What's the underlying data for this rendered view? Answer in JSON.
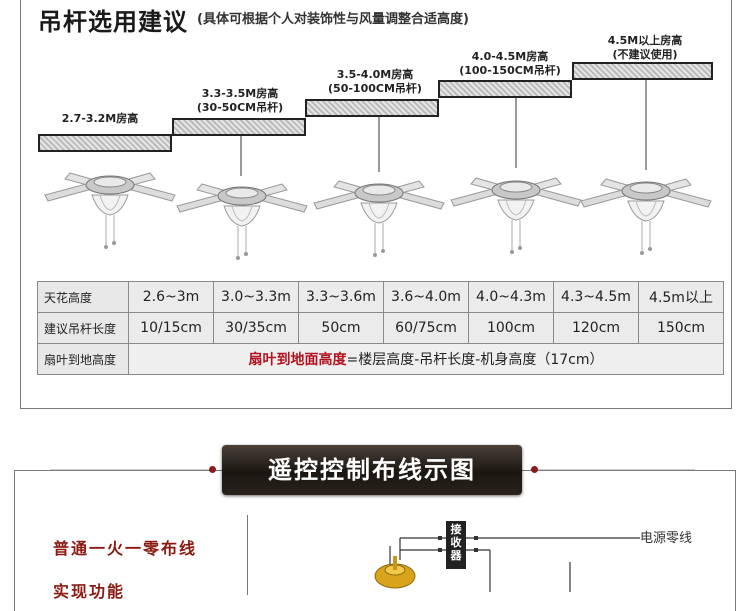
{
  "header": {
    "title": "吊杆选用建议",
    "subtitle": "(具体可根据个人对装饰性与风量调整合适高度)"
  },
  "steps": [
    {
      "line1": "2.7-3.2M房高",
      "line2": ""
    },
    {
      "line1": "3.3-3.5M房高",
      "line2": "(30-50CM吊杆)"
    },
    {
      "line1": "3.5-4.0M房高",
      "line2": "(50-100CM吊杆)"
    },
    {
      "line1": "4.0-4.5M房高",
      "line2": "(100-150CM吊杆)"
    },
    {
      "line1": "4.5M以上房高",
      "line2": "(不建议使用)"
    }
  ],
  "table": {
    "rows": [
      {
        "label": "天花高度",
        "values": [
          "2.6~3m",
          "3.0~3.3m",
          "3.3~3.6m",
          "3.6~4.0m",
          "4.0~4.3m",
          "4.3~4.5m",
          "4.5m以上"
        ]
      },
      {
        "label": "建议吊杆长度",
        "values": [
          "10/15cm",
          "30/35cm",
          "50cm",
          "60/75cm",
          "100cm",
          "120cm",
          "150cm"
        ]
      }
    ],
    "formula_label": "扇叶到地高度",
    "formula_highlight": "扇叶到地面高度",
    "formula_rest": "=楼层高度-吊杆长度-机身高度（17cm）"
  },
  "wiring": {
    "banner": "遥控控制布线示图",
    "method": "普通一火一零布线",
    "feature": "实现功能",
    "receiver": "接收器",
    "power_label": "电源零线"
  },
  "colors": {
    "accent_red": "#b3121f",
    "banner_dark": "#1b1612"
  }
}
